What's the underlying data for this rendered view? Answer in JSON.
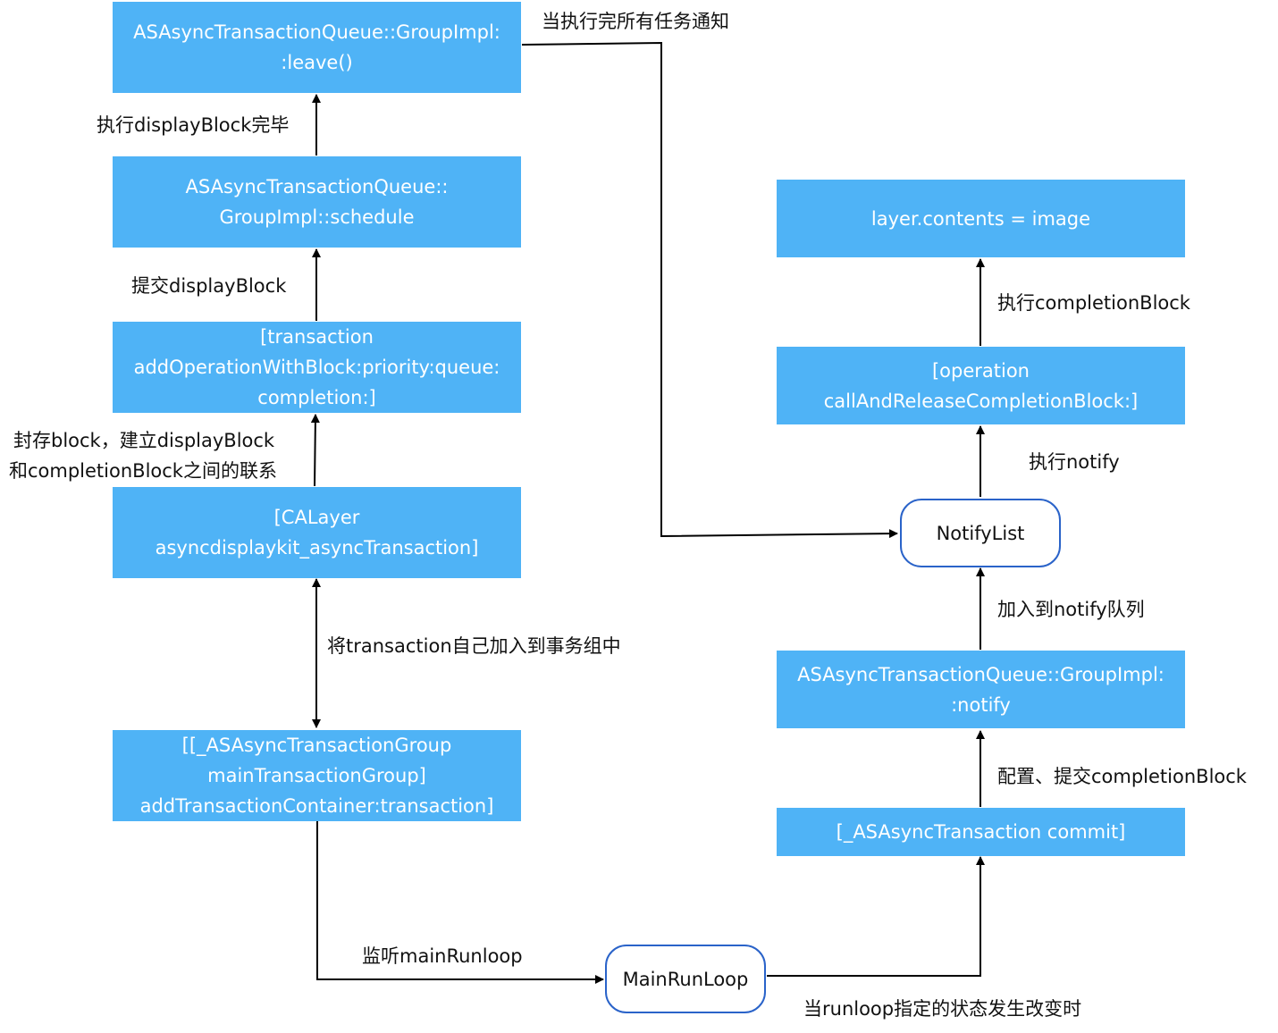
{
  "nodes": {
    "group_leave": "ASAsyncTransactionQueue::GroupImpl:\n:leave()",
    "group_schedule": "ASAsyncTransactionQueue::\nGroupImpl::schedule",
    "add_operation": "[transaction\naddOperationWithBlock:priority:queue:\ncompletion:]",
    "calayer_transaction": "[CALayer\nasyncdisplaykit_asyncTransaction]",
    "add_container": "[[_ASAsyncTransactionGroup\nmainTransactionGroup]\naddTransactionContainer:transaction]",
    "main_run_loop": "MainRunLoop",
    "transaction_commit": "[_ASAsyncTransaction commit]",
    "group_notify": "ASAsyncTransactionQueue::GroupImpl:\n:notify",
    "notify_list": "NotifyList",
    "call_release_completion": "[operation\ncallAndReleaseCompletionBlock:]",
    "layer_contents": "layer.contents = image"
  },
  "labels": {
    "notify_all_done": "当执行完所有任务通知",
    "display_block_done": "执行displayBlock完毕",
    "submit_display_block": "提交displayBlock",
    "seal_block_1": "封存block，建立displayBlock",
    "seal_block_2": "和completionBlock之间的联系",
    "add_self_to_group": "将transaction自己加入到事务组中",
    "listen_main_runloop": "监听mainRunloop",
    "runloop_state_change": "当runloop指定的状态发生改变时",
    "config_submit_completion": "配置、提交completionBlock",
    "join_notify_queue": "加入到notify队列",
    "execute_notify": "执行notify",
    "execute_completion": "执行completionBlock"
  },
  "colors": {
    "box_fill": "#4fb3f6",
    "pill_border": "#2a63c9",
    "edge": "#000000"
  }
}
